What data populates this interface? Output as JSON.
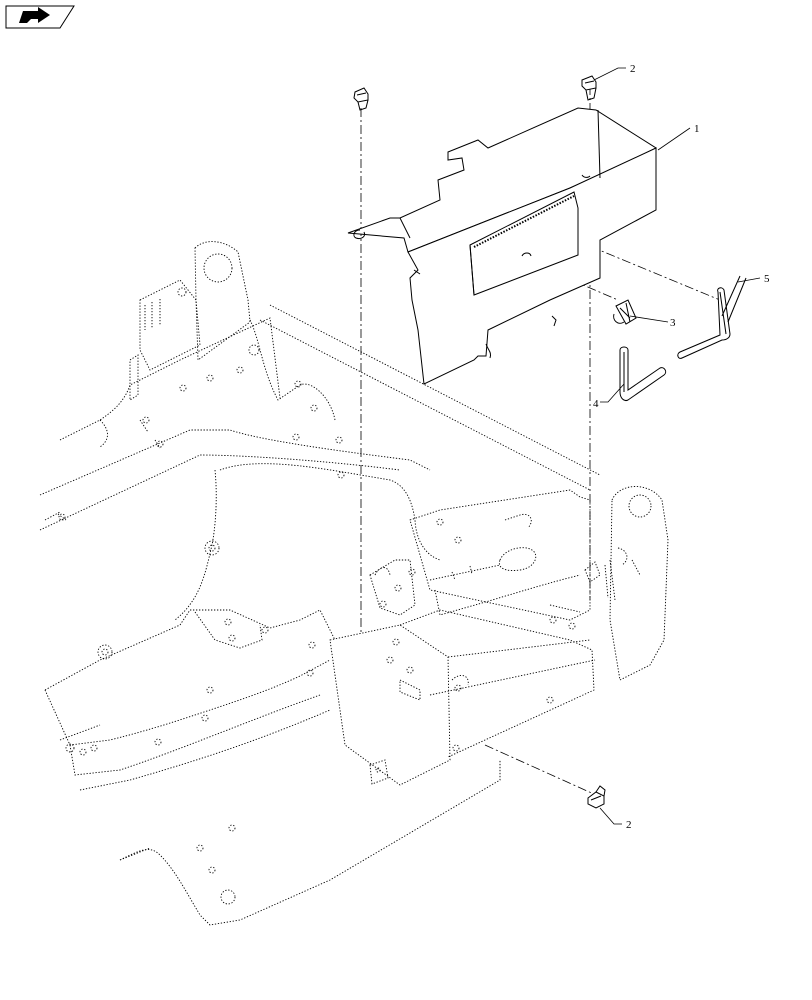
{
  "toolbar": {
    "nav_icon": "next-page-arrow-icon"
  },
  "callouts": [
    {
      "id": "c1",
      "label": "1"
    },
    {
      "id": "c2a",
      "label": "2"
    },
    {
      "id": "c3",
      "label": "3"
    },
    {
      "id": "c4",
      "label": "4"
    },
    {
      "id": "c5",
      "label": "5"
    },
    {
      "id": "c2b",
      "label": "2"
    }
  ]
}
